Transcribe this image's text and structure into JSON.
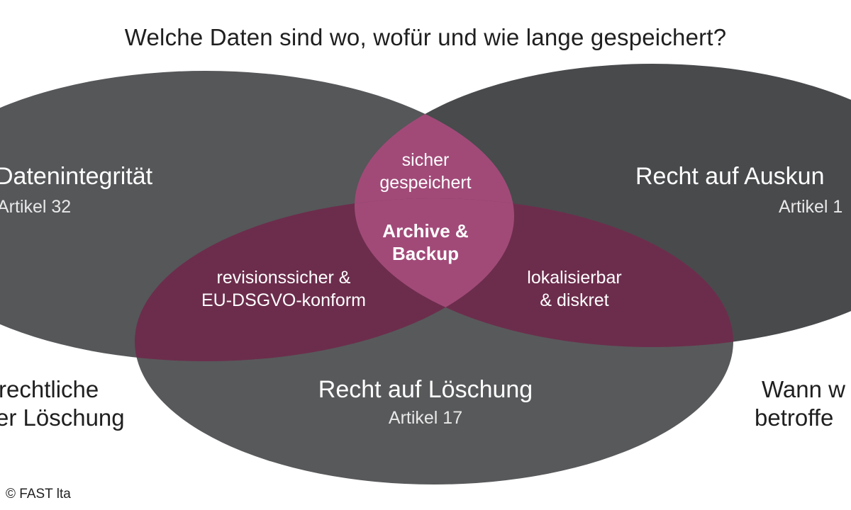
{
  "title": "Welche Daten sind wo, wofür und wie lange gespeichert?",
  "circles": {
    "left": {
      "label": "Datenintegrität",
      "sub": "Artikel 32",
      "color": "#555759"
    },
    "right": {
      "label": "Recht auf Auskun",
      "sub": "Artikel 1",
      "color": "#484a4c"
    },
    "bottom": {
      "label": "Recht auf Löschung",
      "sub": "Artikel 17",
      "color": "#58595b"
    }
  },
  "intersections": {
    "top": {
      "line1": "sicher",
      "line2": "gespeichert",
      "color": "#a14a78"
    },
    "left": {
      "line1": "revisionssicher &",
      "line2": "EU-DSGVO-konform",
      "color": "#6c2d4c"
    },
    "right": {
      "line1": "lokalisierbar",
      "line2": "& diskret",
      "color": "#6c2d4c"
    },
    "center": {
      "line1": "Archive &",
      "line2": "Backup",
      "color": "#a14a78"
    }
  },
  "side_text": {
    "left_line1": "rechtliche",
    "left_line2": "er Löschung",
    "right_line1": "Wann w",
    "right_line2": "betroffe"
  },
  "credit": "© FAST lta"
}
